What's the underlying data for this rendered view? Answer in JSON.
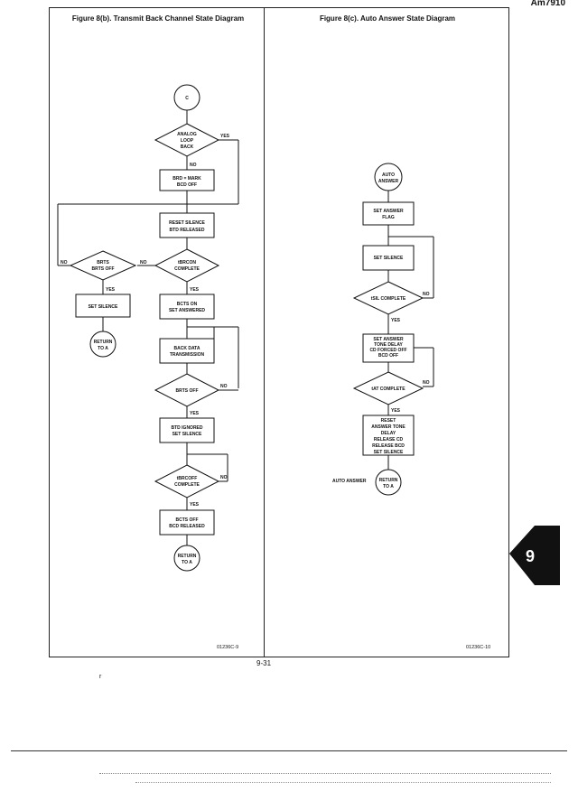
{
  "header": {
    "page_ref": "Am7910"
  },
  "fig_b": {
    "title": "Figure 8(b).  Transmit Back Channel State Diagram",
    "code": "01236C-9",
    "nodes": {
      "c": "C",
      "analog1": "ANALOG",
      "analog2": "LOOP",
      "analog3": "BACK",
      "brd1": "BRD = MARK",
      "brd2": "BCD OFF",
      "reset1": "RESET SILENCE",
      "reset2": "BTD RELEASED",
      "tbrcon1": "tBRCON",
      "tbrcon2": "COMPLETE",
      "brts1": "BRTS",
      "brts2": "BRTS OFF",
      "setsil": "SET SILENCE",
      "ret1": "RETURN",
      "ret2": "TO A",
      "bcts1": "BCTS ON",
      "bcts2": "SET ANSWERED",
      "bdt1": "BACK DATA",
      "bdt2": "TRANSMISSION",
      "brtsoff": "BRTS OFF",
      "btd1": "BTD IGNORED",
      "btd2": "SET SILENCE",
      "tbrcoff1": "tBRCOFF",
      "tbrcoff2": "COMPLETE",
      "bctsoff1": "BCTS OFF",
      "bctsoff2": "BCD RELEASED",
      "ret3": "RETURN",
      "ret4": "TO A"
    },
    "labels": {
      "yes": "YES",
      "no": "NO"
    }
  },
  "fig_c": {
    "title": "Figure 8(c).  Auto Answer State Diagram",
    "code": "01236C-10",
    "nodes": {
      "aa1": "AUTO",
      "aa2": "ANSWER",
      "saf1": "SET ANSWER",
      "saf2": "FLAG",
      "ss": "SET SILENCE",
      "tsa": "tSIL COMPLETE",
      "satd1": "SET ANSWER",
      "satd2": "TONE DELAY",
      "satd3": "CD FORCED OFF",
      "satd4": "BCD OFF",
      "tat": "tAT COMPLETE",
      "rat1": "RESET",
      "rat2": "ANSWER TONE",
      "rat3": "DELAY",
      "rat4": "RELEASE CD",
      "rat5": "RELEASE BCD",
      "rat6": "SET SILENCE",
      "ret1": "RETURN",
      "ret2": "TO A",
      "side": "AUTO ANSWER"
    },
    "labels": {
      "yes": "YES",
      "no": "NO"
    }
  },
  "footer": {
    "page_number": "9-31",
    "mark": "r"
  },
  "tab": {
    "number": "9"
  }
}
